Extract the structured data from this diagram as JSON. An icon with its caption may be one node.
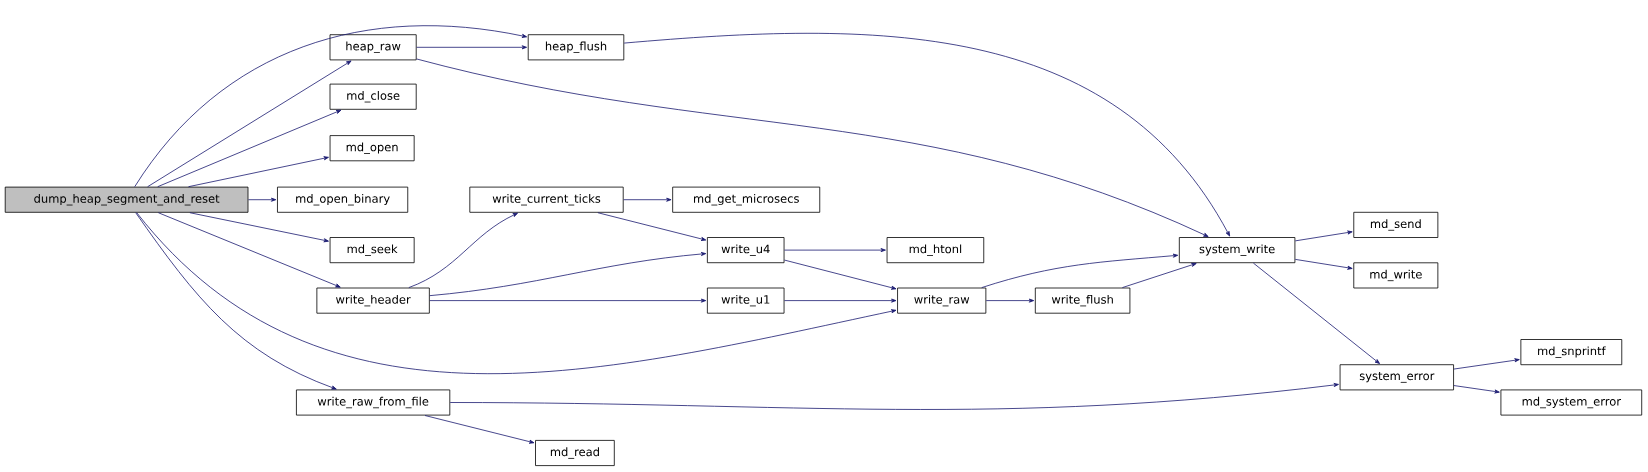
{
  "diagram": {
    "nodes": [
      {
        "text": [
          "dump_heap_segment_and_reset"
        ]
      },
      {
        "text": [
          "heap_raw"
        ]
      },
      {
        "text": [
          "heap_flush"
        ]
      },
      {
        "text": [
          "md_close"
        ]
      },
      {
        "text": [
          "md_open"
        ]
      },
      {
        "text": [
          "md_open_binary"
        ]
      },
      {
        "text": [
          "md_seek"
        ]
      },
      {
        "text": [
          "write_header"
        ]
      },
      {
        "text": [
          "write_current_ticks"
        ]
      },
      {
        "text": [
          "md_get_microsecs"
        ]
      },
      {
        "text": [
          "write_u4"
        ]
      },
      {
        "text": [
          "md_htonl"
        ]
      },
      {
        "text": [
          "write_u1"
        ]
      },
      {
        "text": [
          "write_raw"
        ]
      },
      {
        "text": [
          "write_flush"
        ]
      },
      {
        "text": [
          "system_write"
        ]
      },
      {
        "text": [
          "md_send"
        ]
      },
      {
        "text": [
          "md_write"
        ]
      },
      {
        "text": [
          "system_error"
        ]
      },
      {
        "text": [
          "md_snprintf"
        ]
      },
      {
        "text": [
          "md_system_error"
        ]
      },
      {
        "text": [
          "write_raw_from_file"
        ]
      },
      {
        "text": [
          "md_read"
        ]
      }
    ],
    "edges": [
      {
        "from": 0,
        "to": 2,
        "arrow": "to"
      },
      {
        "from": 0,
        "to": 1,
        "arrow": "to"
      },
      {
        "from": 0,
        "to": 3,
        "arrow": "to"
      },
      {
        "from": 0,
        "to": 4,
        "arrow": "to"
      },
      {
        "from": 0,
        "to": 5,
        "arrow": "to"
      },
      {
        "from": 0,
        "to": 6,
        "arrow": "to"
      },
      {
        "from": 0,
        "to": 7,
        "arrow": "to"
      },
      {
        "from": 0,
        "to": 13,
        "arrow": "to"
      },
      {
        "from": 0,
        "to": 21,
        "arrow": "to"
      },
      {
        "from": 1,
        "to": 2,
        "arrow": "to"
      },
      {
        "from": 1,
        "to": 15,
        "arrow": "to"
      },
      {
        "from": 2,
        "to": 15,
        "arrow": "to"
      },
      {
        "from": 7,
        "to": 8,
        "arrow": "to"
      },
      {
        "from": 7,
        "to": 10,
        "arrow": "to"
      },
      {
        "from": 7,
        "to": 12,
        "arrow": "to"
      },
      {
        "from": 8,
        "to": 9,
        "arrow": "to"
      },
      {
        "from": 8,
        "to": 10,
        "arrow": "to"
      },
      {
        "from": 10,
        "to": 11,
        "arrow": "to"
      },
      {
        "from": 10,
        "to": 13,
        "arrow": "to"
      },
      {
        "from": 12,
        "to": 13,
        "arrow": "to"
      },
      {
        "from": 13,
        "to": 14,
        "arrow": "to"
      },
      {
        "from": 13,
        "to": 15,
        "arrow": "to"
      },
      {
        "from": 14,
        "to": 15,
        "arrow": "to"
      },
      {
        "from": 15,
        "to": 16,
        "arrow": "to"
      },
      {
        "from": 15,
        "to": 17,
        "arrow": "to"
      },
      {
        "from": 15,
        "to": 18,
        "arrow": "to"
      },
      {
        "from": 18,
        "to": 19,
        "arrow": "to"
      },
      {
        "from": 18,
        "to": 20,
        "arrow": "to"
      },
      {
        "from": 21,
        "to": 18,
        "arrow": "to"
      },
      {
        "from": 21,
        "to": 22,
        "arrow": "to"
      }
    ]
  }
}
